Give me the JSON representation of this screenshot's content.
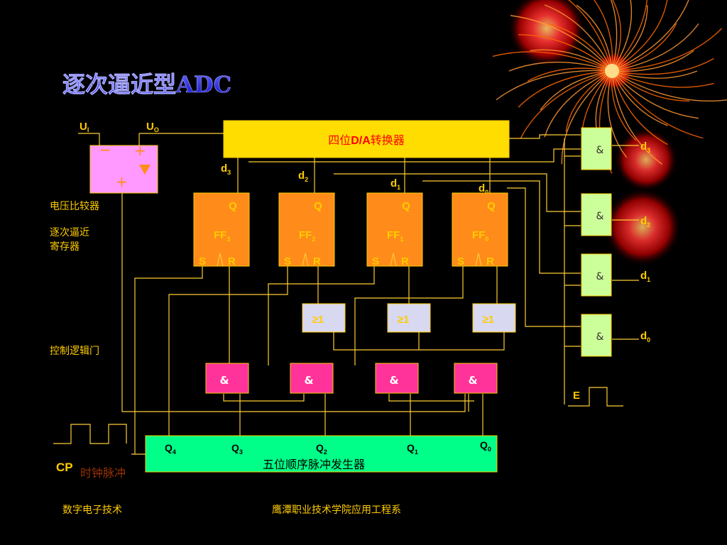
{
  "title": "逐次逼近型ADC",
  "dac": {
    "label_pre": "四位",
    "label_bold": "D/A",
    "label_post": "转换器"
  },
  "input": {
    "ui_main": "U",
    "ui_sub": "I",
    "uo_main": "U",
    "uo_sub": "O"
  },
  "comparator": {
    "minus": "−",
    "plus": "+",
    "plus2": "+",
    "label": "电压比较器"
  },
  "register_label_1": "逐次逼近",
  "register_label_2": "寄存器",
  "logic_label": "控制逻辑门",
  "ff": [
    {
      "name": "FF",
      "sub": "3",
      "q": "Q",
      "s": "S",
      "r": "R"
    },
    {
      "name": "FF",
      "sub": "2",
      "q": "Q",
      "s": "S",
      "r": "R"
    },
    {
      "name": "FF",
      "sub": "1",
      "q": "Q",
      "s": "S",
      "r": "R"
    },
    {
      "name": "FF",
      "sub": "0",
      "q": "Q",
      "s": "S",
      "r": "R"
    }
  ],
  "d_lines": [
    {
      "main": "d",
      "sub": "3"
    },
    {
      "main": "d",
      "sub": "2"
    },
    {
      "main": "d",
      "sub": "1"
    },
    {
      "main": "d",
      "sub": "0"
    }
  ],
  "or_gate_label": "≥1",
  "and_gate_label": "&",
  "out_labels": [
    {
      "main": "d",
      "sub": "3"
    },
    {
      "main": "d",
      "sub": "2"
    },
    {
      "main": "d",
      "sub": "1"
    },
    {
      "main": "d",
      "sub": "0"
    }
  ],
  "enable_label": "E",
  "seq_gen": {
    "label": "五位顺序脉冲发生器",
    "q": [
      {
        "main": "Q",
        "sub": "4"
      },
      {
        "main": "Q",
        "sub": "3"
      },
      {
        "main": "Q",
        "sub": "2"
      },
      {
        "main": "Q",
        "sub": "1"
      },
      {
        "main": "Q",
        "sub": "0"
      }
    ]
  },
  "clock": {
    "cp": "CP",
    "label": "时钟脉冲"
  },
  "footer": {
    "left": "数字电子技术",
    "right": "鹰潭职业技术学院应用工程系"
  },
  "colors": {
    "dac": "#ffdd00",
    "comparator": "#ff99ff",
    "ff": "#ff8c1a",
    "or_gate": "#d8d8f0",
    "and_bottom": "#ff3399",
    "and_right": "#ccff99",
    "seq_gen": "#00ff88",
    "wire": "#ffcc33",
    "label": "#ffcc00",
    "title": "#3333ff",
    "dac_text": "#ff0000"
  }
}
